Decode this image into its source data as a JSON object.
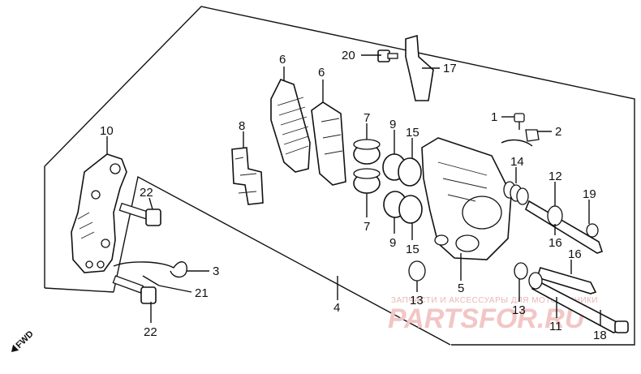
{
  "diagram": {
    "callouts": [
      {
        "id": "c6a",
        "text": "6"
      },
      {
        "id": "c6b",
        "text": "6"
      },
      {
        "id": "c20",
        "text": "20"
      },
      {
        "id": "c17",
        "text": "17"
      },
      {
        "id": "c1",
        "text": "1"
      },
      {
        "id": "c2",
        "text": "2"
      },
      {
        "id": "c10",
        "text": "10"
      },
      {
        "id": "c8",
        "text": "8"
      },
      {
        "id": "c7a",
        "text": "7"
      },
      {
        "id": "c9a",
        "text": "9"
      },
      {
        "id": "c15a",
        "text": "15"
      },
      {
        "id": "c14",
        "text": "14"
      },
      {
        "id": "c12",
        "text": "12"
      },
      {
        "id": "c19",
        "text": "19"
      },
      {
        "id": "c22a",
        "text": "22"
      },
      {
        "id": "c7b",
        "text": "7"
      },
      {
        "id": "c9b",
        "text": "9"
      },
      {
        "id": "c15b",
        "text": "15"
      },
      {
        "id": "c16a",
        "text": "16"
      },
      {
        "id": "c16b",
        "text": "16"
      },
      {
        "id": "c3",
        "text": "3"
      },
      {
        "id": "c21",
        "text": "21"
      },
      {
        "id": "c13a",
        "text": "13"
      },
      {
        "id": "c5",
        "text": "5"
      },
      {
        "id": "c4",
        "text": "4"
      },
      {
        "id": "c13b",
        "text": "13"
      },
      {
        "id": "c11",
        "text": "11"
      },
      {
        "id": "c18",
        "text": "18"
      },
      {
        "id": "c22b",
        "text": "22"
      }
    ],
    "fwd_label": "FWD",
    "watermark": {
      "tagline": "ЗАПЧАСТИ И АКСЕССУАРЫ ДЛЯ МОТОТЕХНИКИ",
      "brand": "PARTSFOR.RU"
    }
  }
}
